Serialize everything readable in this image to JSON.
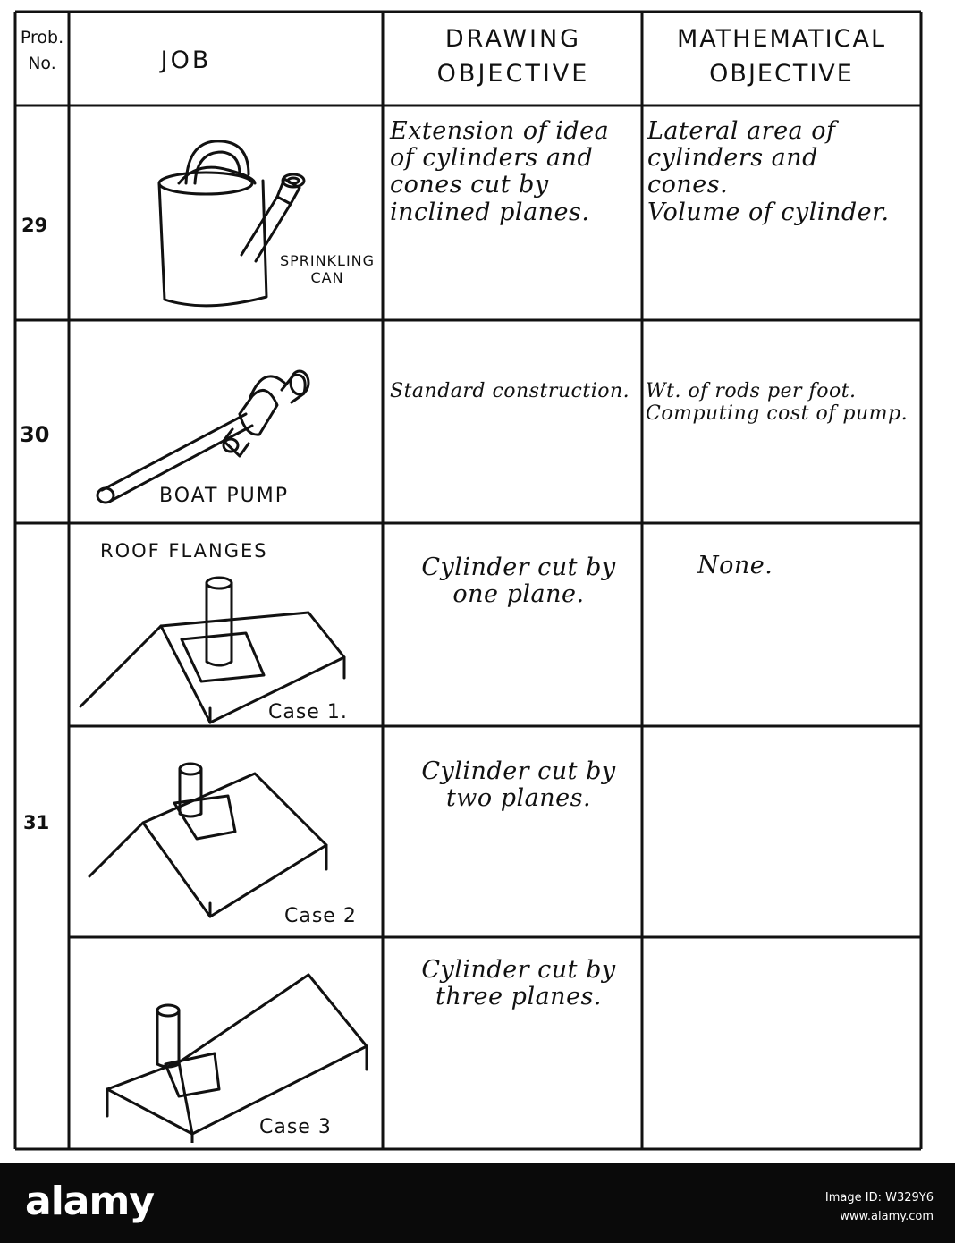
{
  "header": {
    "prob_no": "Prob.\nNo.",
    "job": "JOB",
    "drawing_objective": "DRAWING\nOBJECTIVE",
    "mathematical_objective": "MATHEMATICAL\nOBJECTIVE"
  },
  "rows": [
    {
      "number": "29",
      "job_label": "SPRINKLING\nCAN",
      "drawing_objective": "Extension of idea\nof cylinders and\ncones cut by\ninclined planes.",
      "mathematical_objective": "Lateral area of\ncylinders and\ncones.\nVolume of cylinder."
    },
    {
      "number": "30",
      "job_label": "BOAT PUMP",
      "drawing_objective": "Standard construction.",
      "mathematical_objective": "Wt. of rods per foot.\nComputing cost of pump."
    },
    {
      "number": "31",
      "job_label": "ROOF FLANGES",
      "cases": [
        {
          "label": "Case 1.",
          "drawing_objective": "Cylinder cut by\none plane.",
          "mathematical_objective": "None."
        },
        {
          "label": "Case 2",
          "drawing_objective": "Cylinder cut by\ntwo planes.",
          "mathematical_objective": ""
        },
        {
          "label": "Case 3",
          "drawing_objective": "Cylinder cut by\nthree planes.",
          "mathematical_objective": ""
        }
      ]
    }
  ],
  "watermark": {
    "brand": "alamy",
    "image_id_line": "Image ID: W329Y6",
    "url": "www.alamy.com"
  }
}
